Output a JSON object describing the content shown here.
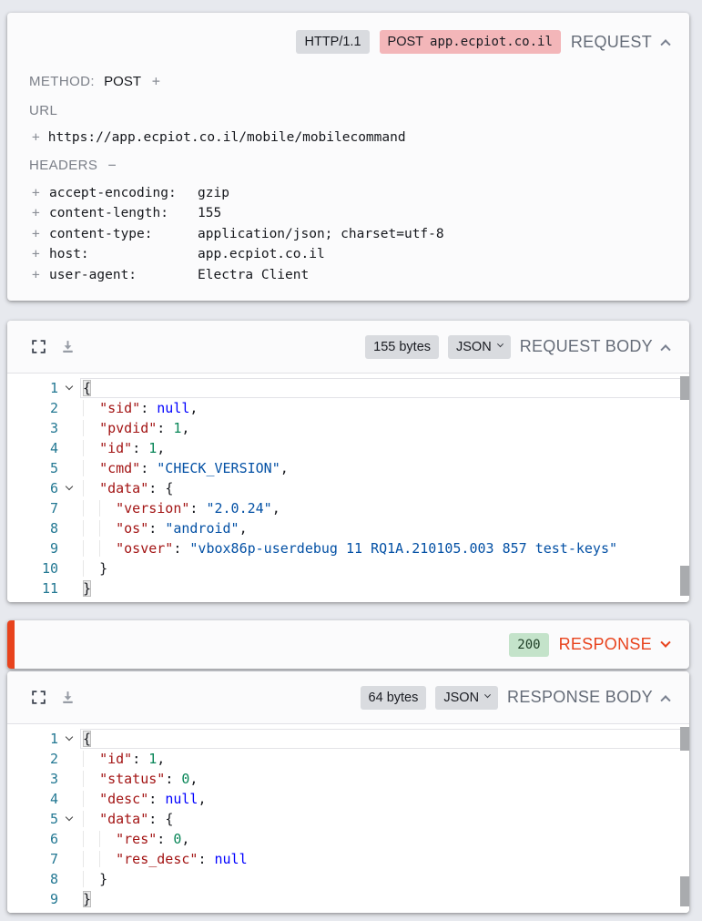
{
  "colors": {
    "accent_orange": "#e8431d",
    "badge_pink_bg": "#f3b6b9",
    "badge_green_bg": "#c4e3ca",
    "line_number": "#237893",
    "json_key": "#a31515",
    "json_string": "#0451a5",
    "json_number": "#098658",
    "json_null": "#0000ff"
  },
  "request": {
    "title": "REQUEST",
    "http_version_badge": "HTTP/1.1",
    "endpoint_badge": {
      "method": "POST",
      "host": "app.ecpiot.co.il"
    },
    "method_label": "METHOD:",
    "method_value": "POST",
    "method_expander": "+",
    "url_label": "URL",
    "url_expander": "+",
    "url_value": "https://app.ecpiot.co.il/mobile/mobilecommand",
    "headers_label": "HEADERS",
    "headers_collapser": "−",
    "headers": [
      {
        "expander": "+",
        "key": "accept-encoding:",
        "value": "gzip"
      },
      {
        "expander": "+",
        "key": "content-length:",
        "value": "155"
      },
      {
        "expander": "+",
        "key": "content-type:",
        "value": "application/json; charset=utf-8"
      },
      {
        "expander": "+",
        "key": "host:",
        "value": "app.ecpiot.co.il"
      },
      {
        "expander": "+",
        "key": "user-agent:",
        "value": "Electra Client"
      }
    ]
  },
  "request_body": {
    "title": "REQUEST BODY",
    "size_badge": "155 bytes",
    "format_select": "JSON",
    "lines": [
      {
        "n": 1,
        "fold": true,
        "cur": true,
        "toks": [
          [
            "m",
            "{"
          ]
        ]
      },
      {
        "n": 2,
        "toks": [
          [
            "i",
            "  "
          ],
          [
            "k",
            "\"sid\""
          ],
          [
            "p",
            ": "
          ],
          [
            "u",
            "null"
          ],
          [
            "p",
            ","
          ]
        ]
      },
      {
        "n": 3,
        "toks": [
          [
            "i",
            "  "
          ],
          [
            "k",
            "\"pvdid\""
          ],
          [
            "p",
            ": "
          ],
          [
            "n",
            "1"
          ],
          [
            "p",
            ","
          ]
        ]
      },
      {
        "n": 4,
        "toks": [
          [
            "i",
            "  "
          ],
          [
            "k",
            "\"id\""
          ],
          [
            "p",
            ": "
          ],
          [
            "n",
            "1"
          ],
          [
            "p",
            ","
          ]
        ]
      },
      {
        "n": 5,
        "toks": [
          [
            "i",
            "  "
          ],
          [
            "k",
            "\"cmd\""
          ],
          [
            "p",
            ": "
          ],
          [
            "s",
            "\"CHECK_VERSION\""
          ],
          [
            "p",
            ","
          ]
        ]
      },
      {
        "n": 6,
        "fold": true,
        "toks": [
          [
            "i",
            "  "
          ],
          [
            "k",
            "\"data\""
          ],
          [
            "p",
            ": "
          ],
          [
            "p",
            "{"
          ]
        ]
      },
      {
        "n": 7,
        "toks": [
          [
            "i",
            "  "
          ],
          [
            "i",
            "  "
          ],
          [
            "k",
            "\"version\""
          ],
          [
            "p",
            ": "
          ],
          [
            "s",
            "\"2.0.24\""
          ],
          [
            "p",
            ","
          ]
        ]
      },
      {
        "n": 8,
        "toks": [
          [
            "i",
            "  "
          ],
          [
            "i",
            "  "
          ],
          [
            "k",
            "\"os\""
          ],
          [
            "p",
            ": "
          ],
          [
            "s",
            "\"android\""
          ],
          [
            "p",
            ","
          ]
        ]
      },
      {
        "n": 9,
        "toks": [
          [
            "i",
            "  "
          ],
          [
            "i",
            "  "
          ],
          [
            "k",
            "\"osver\""
          ],
          [
            "p",
            ": "
          ],
          [
            "s",
            "\"vbox86p-userdebug 11 RQ1A.210105.003 857 test-keys\""
          ]
        ]
      },
      {
        "n": 10,
        "toks": [
          [
            "i",
            "  "
          ],
          [
            "p",
            "}"
          ]
        ]
      },
      {
        "n": 11,
        "toks": [
          [
            "m",
            "}"
          ]
        ]
      }
    ]
  },
  "response": {
    "title": "RESPONSE",
    "status_badge": "200"
  },
  "response_body": {
    "title": "RESPONSE BODY",
    "size_badge": "64 bytes",
    "format_select": "JSON",
    "lines": [
      {
        "n": 1,
        "fold": true,
        "cur": true,
        "toks": [
          [
            "m",
            "{"
          ]
        ]
      },
      {
        "n": 2,
        "toks": [
          [
            "i",
            "  "
          ],
          [
            "k",
            "\"id\""
          ],
          [
            "p",
            ": "
          ],
          [
            "n",
            "1"
          ],
          [
            "p",
            ","
          ]
        ]
      },
      {
        "n": 3,
        "toks": [
          [
            "i",
            "  "
          ],
          [
            "k",
            "\"status\""
          ],
          [
            "p",
            ": "
          ],
          [
            "n",
            "0"
          ],
          [
            "p",
            ","
          ]
        ]
      },
      {
        "n": 4,
        "toks": [
          [
            "i",
            "  "
          ],
          [
            "k",
            "\"desc\""
          ],
          [
            "p",
            ": "
          ],
          [
            "u",
            "null"
          ],
          [
            "p",
            ","
          ]
        ]
      },
      {
        "n": 5,
        "fold": true,
        "toks": [
          [
            "i",
            "  "
          ],
          [
            "k",
            "\"data\""
          ],
          [
            "p",
            ": "
          ],
          [
            "p",
            "{"
          ]
        ]
      },
      {
        "n": 6,
        "toks": [
          [
            "i",
            "  "
          ],
          [
            "i",
            "  "
          ],
          [
            "k",
            "\"res\""
          ],
          [
            "p",
            ": "
          ],
          [
            "n",
            "0"
          ],
          [
            "p",
            ","
          ]
        ]
      },
      {
        "n": 7,
        "toks": [
          [
            "i",
            "  "
          ],
          [
            "i",
            "  "
          ],
          [
            "k",
            "\"res_desc\""
          ],
          [
            "p",
            ": "
          ],
          [
            "u",
            "null"
          ]
        ]
      },
      {
        "n": 8,
        "toks": [
          [
            "i",
            "  "
          ],
          [
            "p",
            "}"
          ]
        ]
      },
      {
        "n": 9,
        "toks": [
          [
            "m",
            "}"
          ]
        ]
      }
    ]
  }
}
